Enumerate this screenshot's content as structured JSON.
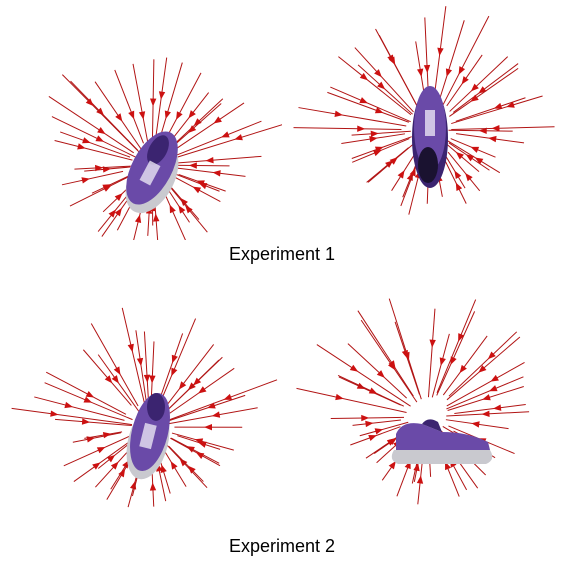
{
  "figure": {
    "captions": [
      "Experiment 1",
      "Experiment 2"
    ],
    "colors": {
      "ray": "#b11414",
      "arrowhead": "#cc1111",
      "shoe_body": "#6a4aa8",
      "shoe_dark": "#3b2470",
      "shoe_sole": "#c9c9cf",
      "background": "#ffffff"
    },
    "panels": [
      {
        "id": "exp1-left",
        "experiment": "Experiment 1",
        "view": "shoe angled"
      },
      {
        "id": "exp1-right",
        "experiment": "Experiment 1",
        "view": "shoe top-down"
      },
      {
        "id": "exp2-left",
        "experiment": "Experiment 2",
        "view": "shoe front"
      },
      {
        "id": "exp2-right",
        "experiment": "Experiment 2",
        "view": "shoe side"
      }
    ]
  }
}
